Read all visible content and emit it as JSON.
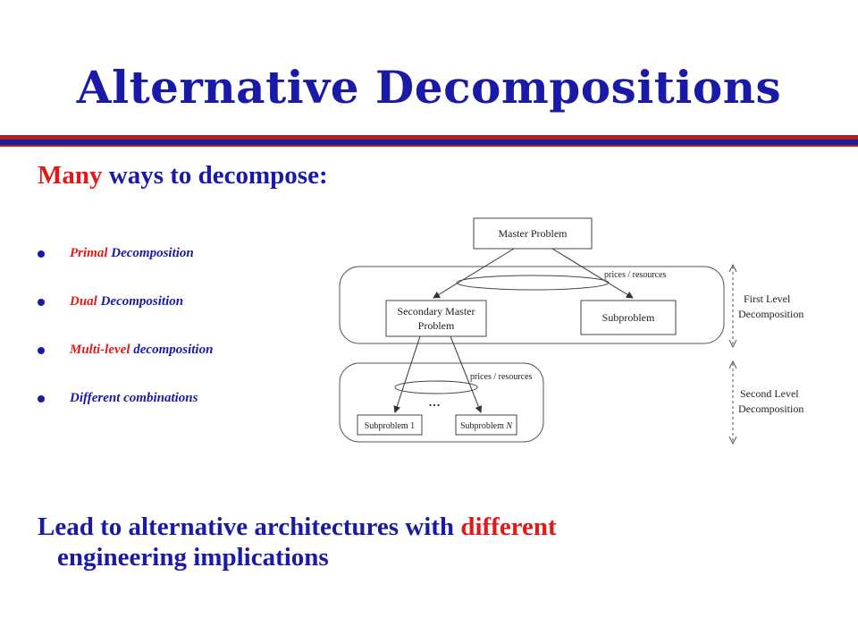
{
  "title": "Alternative Decompositions",
  "heading": {
    "accent": "Many",
    "rest": " ways to decompose:"
  },
  "bullets": [
    {
      "accent": "Primal",
      "rest": " Decomposition"
    },
    {
      "accent": "Dual",
      "rest": " Decomposition"
    },
    {
      "accent": " Multi-level",
      "rest": " decomposition"
    },
    {
      "accent": "",
      "rest": " Different combinations"
    }
  ],
  "conclusion": {
    "before": "Lead to alternative architectures with ",
    "accent": "different",
    "after": "engineering implications"
  },
  "diagram": {
    "master": "Master Problem",
    "secondary_line1": "Secondary Master",
    "secondary_line2": "Problem",
    "subproblem": "Subproblem",
    "prices_top": "prices / resources",
    "prices_bottom": "prices / resources",
    "ellipsis": "...",
    "sub1": "Subproblem 1",
    "subN_prefix": "Subproblem ",
    "subN_var": "N",
    "level1_line1": "First Level",
    "level1_line2": "Decomposition",
    "level2_line1": "Second Level",
    "level2_line2": "Decomposition"
  },
  "colors": {
    "title_blue": "#1a1aa8",
    "accent_red": "#e01a1a",
    "rule_red": "#b02020",
    "rule_blue": "#1f1f9a"
  }
}
